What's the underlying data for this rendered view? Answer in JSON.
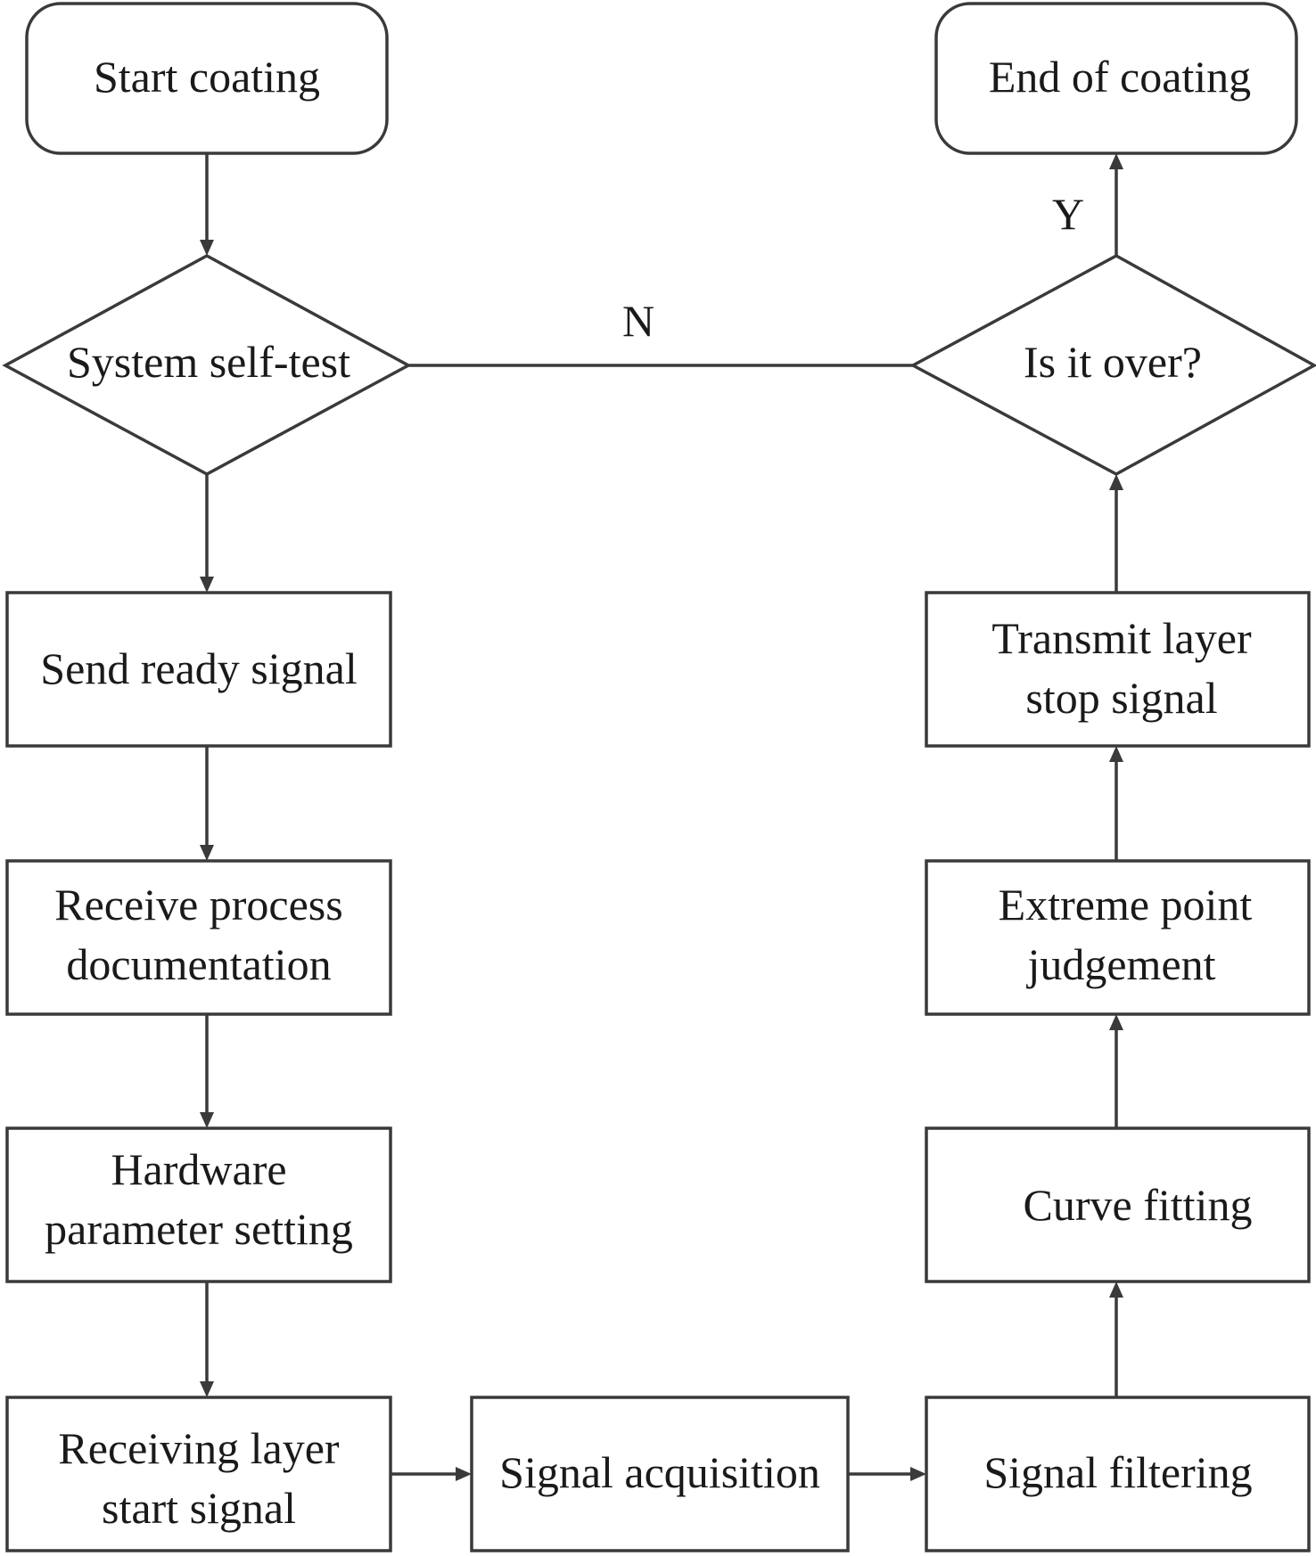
{
  "diagram": {
    "nodes": {
      "start": "Start coating",
      "end": "End of coating",
      "self_test": "System self-test",
      "is_over": "Is it over?",
      "send_ready": "Send ready signal",
      "transmit_stop_1": "Transmit layer",
      "transmit_stop_2": "stop signal",
      "receive_doc_1": "Receive process",
      "receive_doc_2": "documentation",
      "extreme_1": "Extreme point",
      "extreme_2": "judgement",
      "hardware_1": "Hardware",
      "hardware_2": "parameter setting",
      "curve_fitting": "Curve fitting",
      "receiving_start_1": "Receiving layer",
      "receiving_start_2": "start signal",
      "signal_acquisition": "Signal acquisition",
      "signal_filtering": "Signal filtering"
    },
    "edge_labels": {
      "no": "N",
      "yes": "Y"
    }
  }
}
